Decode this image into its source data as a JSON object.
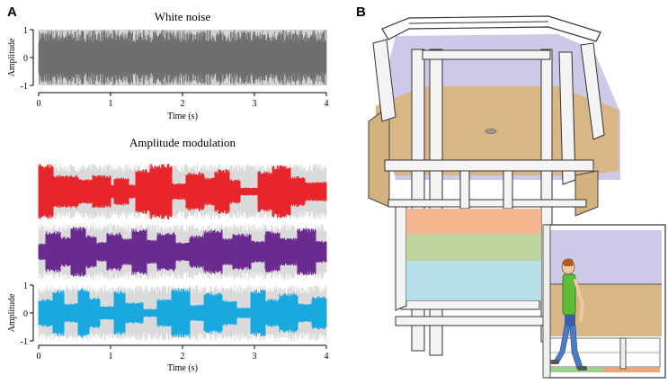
{
  "panel_a": {
    "letter": "A",
    "top_title": "White noise",
    "bottom_title": "Amplitude modulation",
    "ylabel": "Amplitude",
    "xlabel": "Time (s)",
    "y_ticks": [
      "1",
      "0",
      "-1"
    ],
    "x_ticks": [
      "0",
      "1",
      "2",
      "3",
      "4"
    ]
  },
  "panel_b": {
    "letter": "B"
  },
  "colors": {
    "noise": "#6f6f6f",
    "noise_bg": "#d9d9d9",
    "am_red": "#e8252b",
    "am_purple": "#6b2a8f",
    "am_cyan": "#19a8e0",
    "wall_lavender": "#c9c5e6",
    "floor_sand": "#d7b684",
    "band_orange": "#f2b48f",
    "band_green": "#bcd39b",
    "band_blue": "#b6dfe6"
  },
  "chart_data": [
    {
      "type": "line",
      "title": "White noise",
      "xlabel": "Time (s)",
      "ylabel": "Amplitude",
      "xlim": [
        0,
        4
      ],
      "ylim": [
        -1,
        1
      ],
      "series": [
        {
          "values": "random noise, amplitude ~±0.95"
        }
      ]
    },
    {
      "type": "area",
      "title": "Amplitude modulation",
      "xlabel": "Time (s)",
      "ylabel": "Amplitude",
      "xlim": [
        0,
        4
      ],
      "ylim": [
        -1,
        1
      ],
      "series": [
        {
          "envelope": [
            [
              0,
              0.2,
              1.0
            ],
            [
              0.2,
              0.55,
              0.6
            ],
            [
              0.55,
              0.75,
              0.45
            ],
            [
              0.75,
              1.0,
              0.6
            ],
            [
              1.0,
              1.05,
              0.25
            ],
            [
              1.05,
              1.25,
              0.5
            ],
            [
              1.25,
              1.35,
              0.25
            ],
            [
              1.35,
              1.55,
              0.8
            ],
            [
              1.55,
              1.85,
              1.0
            ],
            [
              1.85,
              2.05,
              0.3
            ],
            [
              2.05,
              2.3,
              0.7
            ],
            [
              2.3,
              2.45,
              0.5
            ],
            [
              2.45,
              2.65,
              0.8
            ],
            [
              2.65,
              2.8,
              0.45
            ],
            [
              2.8,
              3.05,
              0.15
            ],
            [
              3.05,
              3.25,
              0.75
            ],
            [
              3.25,
              3.5,
              0.95
            ],
            [
              3.5,
              3.7,
              0.55
            ],
            [
              3.7,
              4.0,
              0.35
            ]
          ]
        },
        {
          "envelope": [
            [
              0,
              0.1,
              0.3
            ],
            [
              0.1,
              0.3,
              0.75
            ],
            [
              0.3,
              0.45,
              0.55
            ],
            [
              0.45,
              0.65,
              0.9
            ],
            [
              0.65,
              0.8,
              0.6
            ],
            [
              0.8,
              0.95,
              0.35
            ],
            [
              0.95,
              1.15,
              0.7
            ],
            [
              1.15,
              1.3,
              0.5
            ],
            [
              1.3,
              1.5,
              0.85
            ],
            [
              1.5,
              1.65,
              0.45
            ],
            [
              1.65,
              1.9,
              0.7
            ],
            [
              1.9,
              2.1,
              0.35
            ],
            [
              2.1,
              2.3,
              0.6
            ],
            [
              2.3,
              2.55,
              0.8
            ],
            [
              2.55,
              2.7,
              0.5
            ],
            [
              2.7,
              2.95,
              0.65
            ],
            [
              2.95,
              3.15,
              0.4
            ],
            [
              3.15,
              3.35,
              0.75
            ],
            [
              3.35,
              3.6,
              0.5
            ],
            [
              3.6,
              3.85,
              0.85
            ],
            [
              3.85,
              4.0,
              0.4
            ]
          ]
        },
        {
          "envelope": [
            [
              0,
              0.2,
              0.5
            ],
            [
              0.2,
              0.35,
              0.85
            ],
            [
              0.35,
              0.55,
              0.35
            ],
            [
              0.55,
              0.7,
              0.9
            ],
            [
              0.7,
              0.85,
              0.55
            ],
            [
              0.85,
              1.05,
              0.25
            ],
            [
              1.05,
              1.2,
              0.8
            ],
            [
              1.2,
              1.45,
              0.4
            ],
            [
              1.45,
              1.65,
              0.15
            ],
            [
              1.65,
              1.85,
              0.5
            ],
            [
              1.85,
              2.1,
              0.9
            ],
            [
              2.1,
              2.3,
              0.3
            ],
            [
              2.3,
              2.55,
              0.75
            ],
            [
              2.55,
              2.75,
              0.45
            ],
            [
              2.75,
              2.95,
              0.2
            ],
            [
              2.95,
              3.15,
              0.85
            ],
            [
              3.15,
              3.35,
              0.5
            ],
            [
              3.35,
              3.6,
              0.7
            ],
            [
              3.6,
              3.8,
              0.35
            ],
            [
              3.8,
              4.0,
              0.6
            ]
          ]
        }
      ]
    }
  ]
}
